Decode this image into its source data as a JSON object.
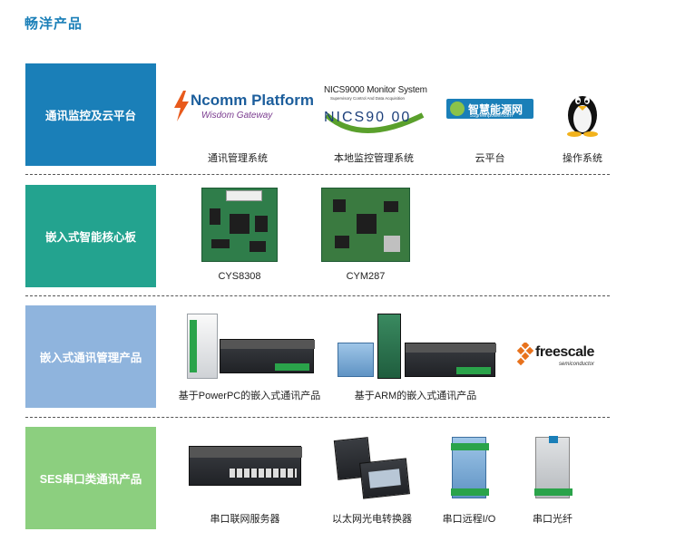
{
  "page_title": "畅洋产品",
  "colors": {
    "title": "#1a7fb8",
    "cat1": "#1a7fb8",
    "cat2": "#23a38f",
    "cat3": "#8fb4dd",
    "cat4": "#8ccf7f"
  },
  "rows": [
    {
      "category": "通讯监控及云平台",
      "items": [
        {
          "caption": "通讯管理系统",
          "logo_main": "Ncomm Platform",
          "logo_sub": "Wisdom Gateway"
        },
        {
          "caption": "本地监控管理系统",
          "logo_main": "NICS9000 Monitor System",
          "logo_sub": "Supervisory Control And Data Acquisition",
          "logo_big": "NICS90 00"
        },
        {
          "caption": "云平台",
          "logo_main": "智慧能源网",
          "logo_sub": "51greenpower.com"
        },
        {
          "caption": "操作系统",
          "icon": "linux-penguin-icon"
        }
      ]
    },
    {
      "category": "嵌入式智能核心板",
      "items": [
        {
          "caption": "CYS8308"
        },
        {
          "caption": "CYM287"
        }
      ]
    },
    {
      "category": "嵌入式通讯管理产品",
      "items": [
        {
          "caption": "基于PowerPC的嵌入式通讯产品"
        },
        {
          "caption": "基于ARM的嵌入式通讯产品"
        },
        {
          "logo_main": "freescale",
          "logo_sub": "semiconductor"
        }
      ]
    },
    {
      "category": "SES串口类通讯产品",
      "items": [
        {
          "caption": "串口联网服务器"
        },
        {
          "caption": "以太网光电转换器"
        },
        {
          "caption": "串口远程I/O"
        },
        {
          "caption": "串口光纤"
        }
      ]
    }
  ]
}
